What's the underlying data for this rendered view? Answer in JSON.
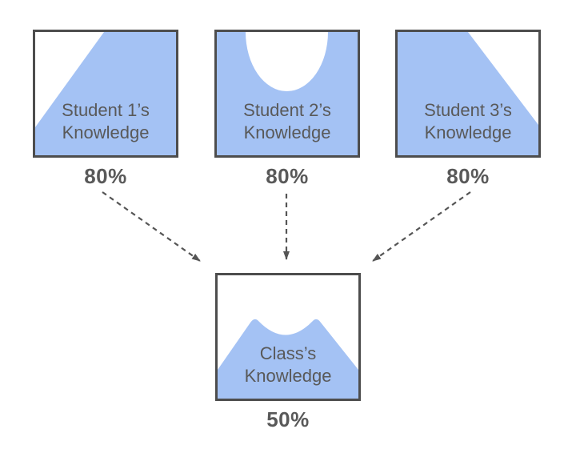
{
  "diagram": {
    "students": [
      {
        "name_line": "Student 1’s",
        "knowledge_line": "Knowledge",
        "percent": "80%"
      },
      {
        "name_line": "Student 2’s",
        "knowledge_line": "Knowledge",
        "percent": "80%"
      },
      {
        "name_line": "Student 3’s",
        "knowledge_line": "Knowledge",
        "percent": "80%"
      }
    ],
    "class": {
      "name_line": "Class’s",
      "knowledge_line": "Knowledge",
      "percent": "50%"
    },
    "colors": {
      "knowledge_fill": "#a4c2f4",
      "box_border": "#4d4d4d",
      "label_text": "#595959",
      "arrow": "#555555"
    },
    "icons": {
      "arrow": "dashed-arrow-icon"
    }
  }
}
